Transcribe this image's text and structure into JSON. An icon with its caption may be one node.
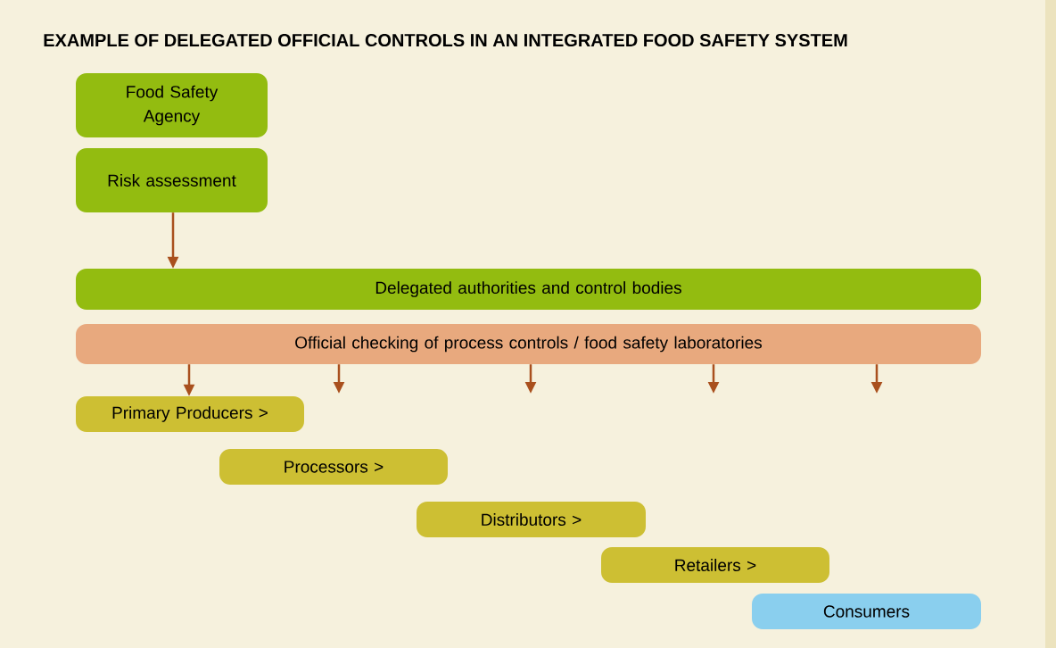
{
  "diagram": {
    "title": "EXAMPLE OF DELEGATED OFFICIAL CONTROLS IN AN INTEGRATED FOOD SAFETY SYSTEM",
    "nodes": [
      {
        "text": [
          "Food Safety Agency"
        ]
      },
      {
        "text": [
          "Risk assessment"
        ]
      },
      {
        "text": [
          "Delegated authorities and control bodies"
        ]
      },
      {
        "text": [
          "Official checking of process controls / food safety laboratories"
        ]
      },
      {
        "text": [
          "Primary Producers >"
        ]
      },
      {
        "text": [
          "Processors >"
        ]
      },
      {
        "text": [
          "Distributors >"
        ]
      },
      {
        "text": [
          "Retailers >"
        ]
      },
      {
        "text": [
          "Consumers"
        ]
      }
    ],
    "edges": [
      {
        "from": 1,
        "to": 2,
        "arrow": "to"
      },
      {
        "from": 3,
        "to": 4,
        "arrow": "to"
      },
      {
        "from": 3,
        "to": null,
        "arrow": "to"
      },
      {
        "from": 3,
        "to": null,
        "arrow": "to"
      },
      {
        "from": 3,
        "to": null,
        "arrow": "to"
      },
      {
        "from": 3,
        "to": null,
        "arrow": "to"
      }
    ]
  }
}
